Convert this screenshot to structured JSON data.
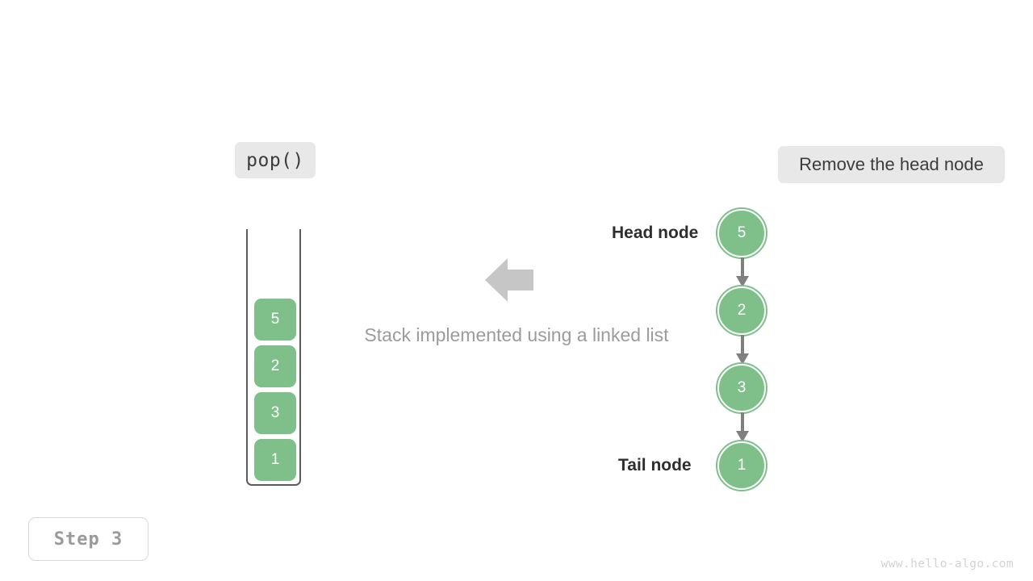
{
  "operation_badge": {
    "label": "pop()"
  },
  "action_badge": {
    "label": "Remove the head node"
  },
  "step_badge": {
    "label": "Step 3"
  },
  "caption": {
    "text": "Stack implemented using a linked list"
  },
  "watermark": {
    "text": "www.hello-algo.com"
  },
  "stack": {
    "cells": [
      {
        "value": "5"
      },
      {
        "value": "2"
      },
      {
        "value": "3"
      },
      {
        "value": "1"
      }
    ]
  },
  "linked_list": {
    "head_label": "Head node",
    "tail_label": "Tail node",
    "nodes": [
      {
        "value": "5"
      },
      {
        "value": "2"
      },
      {
        "value": "3"
      },
      {
        "value": "1"
      }
    ]
  },
  "colors": {
    "node_green": "#7fc08a",
    "badge_gray": "#e8e8e8",
    "arrow_gray": "#808080",
    "big_arrow_gray": "#c6c6c6",
    "caption_gray": "#9b9b9b",
    "container_stroke": "#5b5b5b"
  },
  "icons": {
    "big_arrow": "arrow-left-icon",
    "link_arrow": "arrow-down-icon"
  }
}
